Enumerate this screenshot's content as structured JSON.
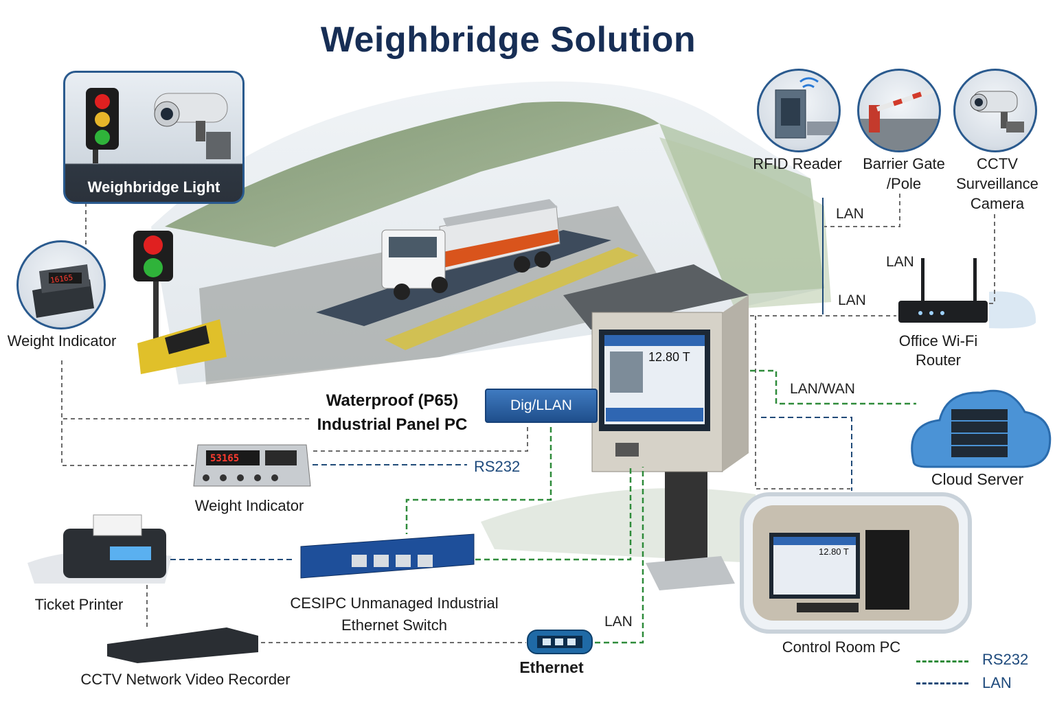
{
  "title": "Weighbridge Solution",
  "weighbridge_light": {
    "caption": "Weighbridge Light"
  },
  "weight_indicator_top": {
    "label": "Weight Indicator",
    "display": "16165"
  },
  "panel_pc": {
    "label_line1": "Waterproof (P65)",
    "label_line2": "Industrial Panel PC",
    "screen_value": "12.80 T"
  },
  "dig_lan_box": {
    "label": "Dig/LLAN"
  },
  "rs232_link": {
    "label": "RS232"
  },
  "weight_indicator_bottom": {
    "label": "Weight Indicator",
    "display": "53165"
  },
  "ticket_printer": {
    "label": "Ticket Printer"
  },
  "switch": {
    "label_line1": "CESIPC Unmanaged Industrial",
    "label_line2": "Ethernet Switch"
  },
  "nvr": {
    "label": "CCTV Network Video Recorder"
  },
  "ethernet": {
    "label": "Ethernet"
  },
  "lan_bottom": {
    "label": "LAN"
  },
  "rfid": {
    "label": "RFID Reader"
  },
  "barrier": {
    "label_line1": "Barrier Gate",
    "label_line2": "/Pole"
  },
  "cctv": {
    "label_line1": "CCTV",
    "label_line2": "Surveillance",
    "label_line3": "Camera"
  },
  "lan_links": {
    "a": "LAN",
    "b": "LAN",
    "c": "LAN"
  },
  "router": {
    "label_line1": "Office Wi-Fi",
    "label_line2": "Router"
  },
  "lanwan": {
    "label": "LAN/WAN"
  },
  "cloud": {
    "label": "Cloud Server"
  },
  "control_room": {
    "label": "Control Room PC",
    "screen_value": "12.80 T"
  },
  "legend": {
    "items": [
      {
        "label": "RS232",
        "color": "#2e8b3a"
      },
      {
        "label": "LAN",
        "color": "#1f4a78"
      }
    ]
  },
  "colors": {
    "title": "#172e55",
    "accent": "#2a5a8e",
    "green_link": "#2e8b3a",
    "gray_link": "#666666"
  }
}
